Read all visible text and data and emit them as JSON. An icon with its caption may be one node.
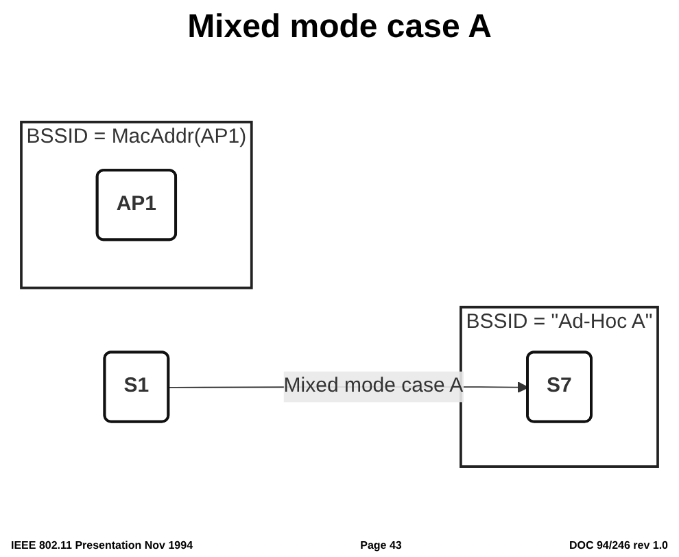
{
  "diagram": {
    "title": "Mixed mode case A",
    "nodes": [
      {
        "text": [
          "BSSID = MacAddr(AP1)"
        ]
      },
      {
        "text": [
          "AP1"
        ],
        "in": 0
      },
      {
        "text": [
          "BSSID = \"Ad-Hoc A\""
        ]
      },
      {
        "text": [
          "S1"
        ]
      },
      {
        "text": [
          "S7"
        ],
        "in": 2
      }
    ],
    "edges": [
      {
        "from": 3,
        "to": 4,
        "arrow": "to",
        "label": "Mixed mode case A"
      }
    ],
    "labels": [
      "IEEE 802.11 Presentation Nov 1994",
      "Page 43",
      "DOC 94/246 rev 1.0"
    ]
  }
}
